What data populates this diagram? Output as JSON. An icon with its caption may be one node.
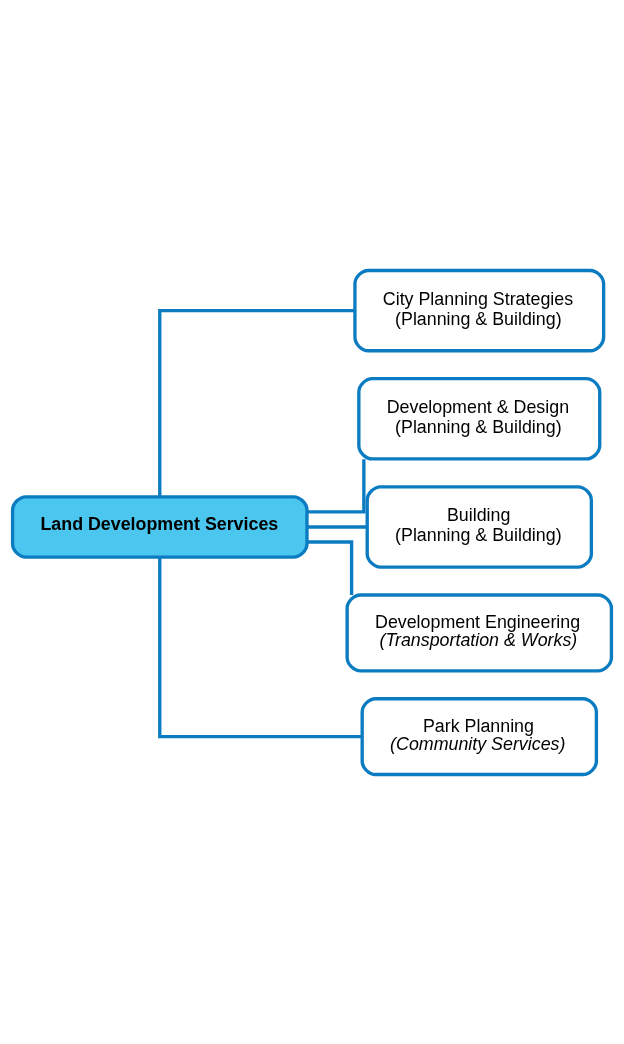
{
  "diagram": {
    "nodes": [
      {
        "text": [
          "Land Development Services"
        ]
      },
      {
        "text": [
          "City Planning Strategies",
          "(Planning & Building)"
        ]
      },
      {
        "text": [
          "Development & Design",
          "(Planning & Building)"
        ]
      },
      {
        "text": [
          "Building",
          "(Planning & Building)"
        ]
      },
      {
        "text": [
          "Development Engineering",
          "(Transportation & Works)"
        ]
      },
      {
        "text": [
          "Park Planning",
          "(Community Services)"
        ]
      }
    ],
    "edges": [
      {
        "from": 0,
        "to": 1,
        "arrow": "none"
      },
      {
        "from": 0,
        "to": 2,
        "arrow": "none"
      },
      {
        "from": 0,
        "to": 3,
        "arrow": "none"
      },
      {
        "from": 0,
        "to": 4,
        "arrow": "none"
      },
      {
        "from": 0,
        "to": 5,
        "arrow": "none"
      }
    ]
  }
}
